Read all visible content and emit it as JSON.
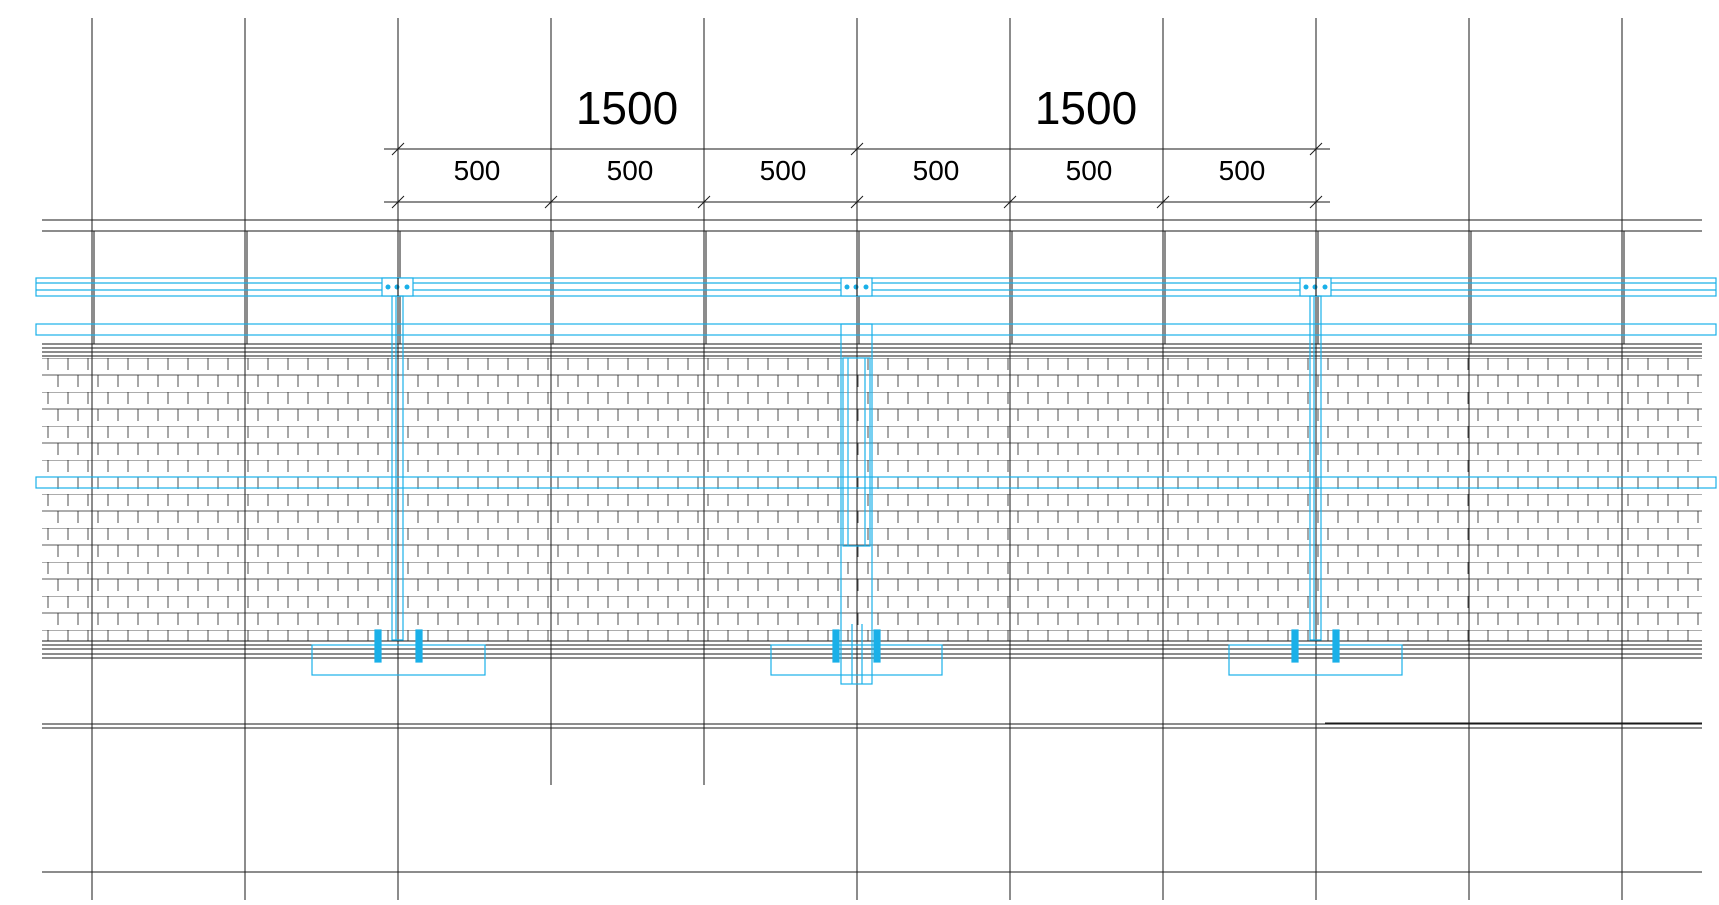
{
  "drawing": {
    "dimensions": {
      "major": [
        {
          "label": "1500"
        },
        {
          "label": "1500"
        }
      ],
      "minor": [
        {
          "label": "500"
        },
        {
          "label": "500"
        },
        {
          "label": "500"
        },
        {
          "label": "500"
        },
        {
          "label": "500"
        },
        {
          "label": "500"
        }
      ]
    },
    "colors": {
      "linework": "#1a1a1a",
      "steel": "#1ab0e8",
      "background": "#ffffff"
    }
  }
}
